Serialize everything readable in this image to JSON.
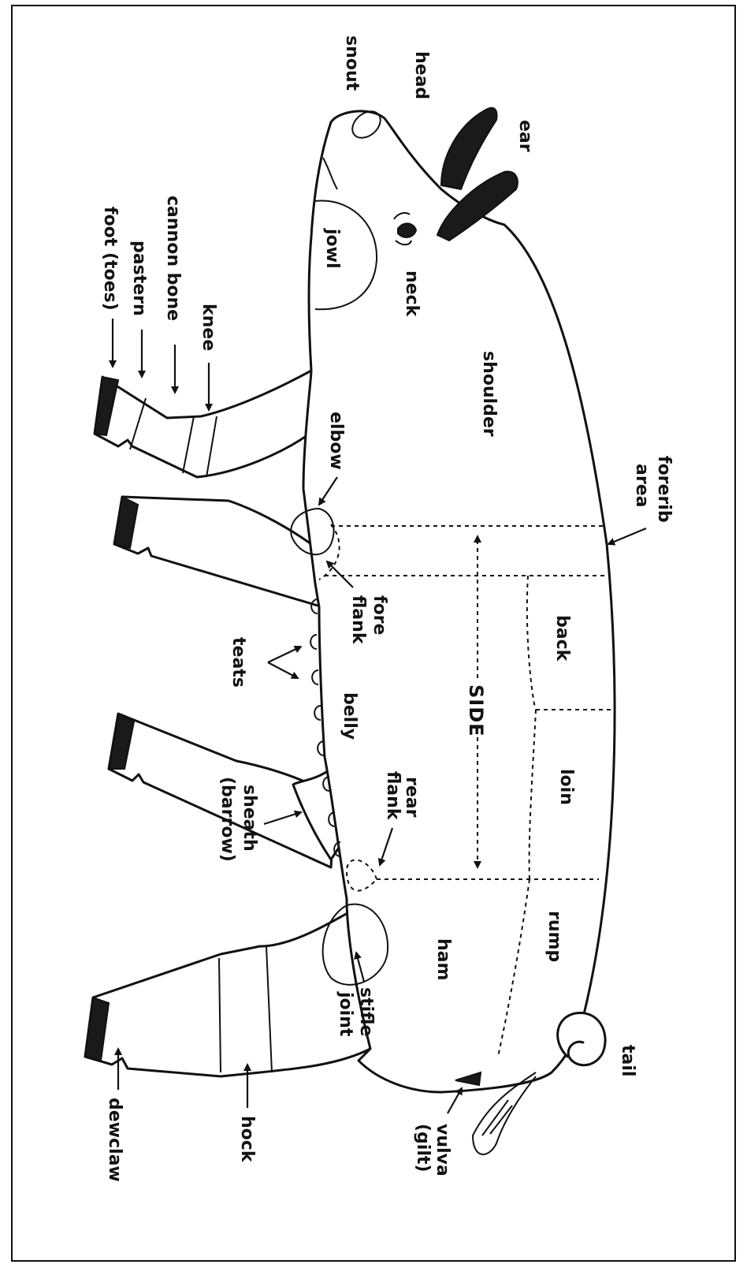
{
  "labels": {
    "snout": "snout",
    "head": "head",
    "ear": "ear",
    "jowl": "jowl",
    "neck": "neck",
    "shoulder": "shoulder",
    "forerib_1": "forerib",
    "forerib_2": "area",
    "knee": "knee",
    "cannon_bone": "cannon bone",
    "pastern": "pastern",
    "foot": "foot (toes)",
    "elbow": "elbow",
    "fore_flank_1": "fore",
    "fore_flank_2": "flank",
    "teats": "teats",
    "back": "back",
    "side": "SIDE",
    "belly": "belly",
    "loin": "loin",
    "rear_flank_1": "rear",
    "rear_flank_2": "flank",
    "sheath_1": "sheath",
    "sheath_2": "(barrow)",
    "rump": "rump",
    "ham": "ham",
    "stifle_1": "stifle",
    "stifle_2": "joint",
    "tail": "tail",
    "vulva_1": "vulva",
    "vulva_2": "(gilt)",
    "hock": "hock",
    "dewclaw": "dewclaw"
  }
}
